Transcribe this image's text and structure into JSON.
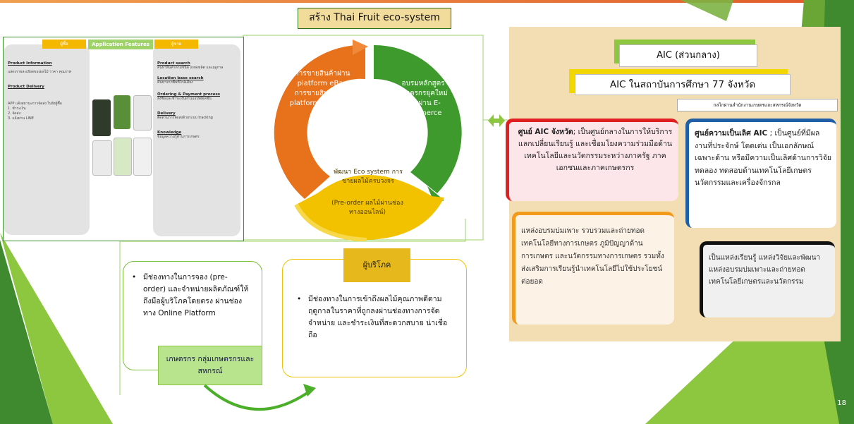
{
  "slide": {
    "title": "สร้าง Thai Fruit eco-system",
    "page_number": "18"
  },
  "features_panel": {
    "header_left": "ผู้ซื้อ",
    "header_center": "Application Features",
    "header_right": "ผู้ขาย",
    "left_col": {
      "product_info_title": "Product Information",
      "product_info_text": "แสดงรายละเอียดของผลไม้ ราคา คุณภาพ",
      "product_delivery_title": "Product Delivery",
      "product_delivery_text": "APP แจ้งสถานะการจัดส่ง ไปยังผู้ซื้อ",
      "items": [
        "1. ชำระเงิน",
        "2. จัดส่ง",
        "3. แจ้งผ่าน LINE"
      ]
    },
    "right_col": {
      "product_search_title": "Product search",
      "product_search_text": "ค้นหาสินค้าตามชนิด แหล่งผลิต และฤดูกาล",
      "location_title": "Location base search",
      "location_text": "ค้นหาจากพื้นที่ใกล้เคียง",
      "ordering_title": "Ordering & Payment process",
      "ordering_text": "สั่งซื้อและชำระเงินผ่านแอปพลิเคชัน",
      "delivery_title": "Delivery",
      "delivery_text": "ติดตามการจัดส่งด้วยระบบ tracking",
      "knowledge_title": "Knowledge",
      "knowledge_text": "ข้อมูลความรู้ด้านการเกษตร"
    }
  },
  "cycle": {
    "segment_orange": "การขายสินค้าผ่าน platform eBay\nการขายสินค้าผ่าน platform Facebook",
    "segment_green": "อบรมหลักสูตรเกษตรกรยุคใหม่ขายผ่าน E-commerce",
    "segment_yellow_title": "พัฒนา Eco system การขายผลไม้ครบวงจร",
    "segment_yellow_sub": "(Pre-order ผลไม้ผ่านช่องทางออนไลน์)"
  },
  "farmer_box": {
    "text": "มีช่องทางในการจอง (pre-order) และจำหน่ายผลิตภัณฑ์ให้ถึงมือผู้บริโภคโดยตรง ผ่านช่องทาง Online Platform",
    "label": "เกษตรกร กลุ่มเกษตรกรและ สหกรณ์"
  },
  "consumer_box": {
    "label": "ผู้บริโภค",
    "text": "มีช่องทางในการเข้าถึงผลไม้คุณภาพดีตามฤดูกาลในราคาที่ถูกลงผ่านช่องทางการจัดจำหน่าย และชำระเงินที่สะดวกสบาย น่าเชื่อถือ"
  },
  "aic": {
    "central": "AIC (ส่วนกลาง)",
    "institutions": "AIC ในสถาบันการศึกษา 77 จังหวัด",
    "mechanism": "กลไกผ่านสำนักงานเกษตรและสหกรณ์จังหวัด",
    "provincial_title": "ศูนย์ AIC จังหวัด",
    "provincial_text": "; เป็นศูนย์กลางในการให้บริการแลกเปลี่ยนเรียนรู้ และเชื่อมโยงความร่วมมือด้านเทคโนโลยีและนวัตกรรมระหว่างภาครัฐ ภาคเอกชนและภาคเกษตรกร",
    "excellence_title": "ศูนย์ความเป็นเลิศ AIC",
    "excellence_text": " ; เป็นศูนย์ที่มีผลงานที่ประจักษ์ โดดเด่น เป็นเอกลักษณ์เฉพาะด้าน หรือมีความเป็นเลิศด้านการวิจัย ทดลอง ทดสอบด้านเทคโนโลยีเกษตร นวัตกรรมและเครื่องจักรกล",
    "training_text": "แหล่งอบรมบ่มเพาะ รวบรวมและถ่ายทอดเทคโนโลยีทางการเกษตร ภูมิปัญญาด้านการเกษตร และนวัตกรรมทางการเกษตร รวมทั้งส่งเสริมการเรียนรู้นำเทคโนโลยีไปใช้ประโยชน์ต่อยอด",
    "research_text": "เป็นแหล่งเรียนรู้ แหล่งวิจัยและพัฒนา แหล่งอบรมบ่มเพาะและถ่ายทอดเทคโนโลยีเกษตรและนวัตกรรม"
  },
  "colors": {
    "accent_green": "#8dc63f",
    "orange": "#e8711c",
    "green": "#3f9a2e",
    "yellow": "#f2c200",
    "tan": "#f3deb4"
  }
}
